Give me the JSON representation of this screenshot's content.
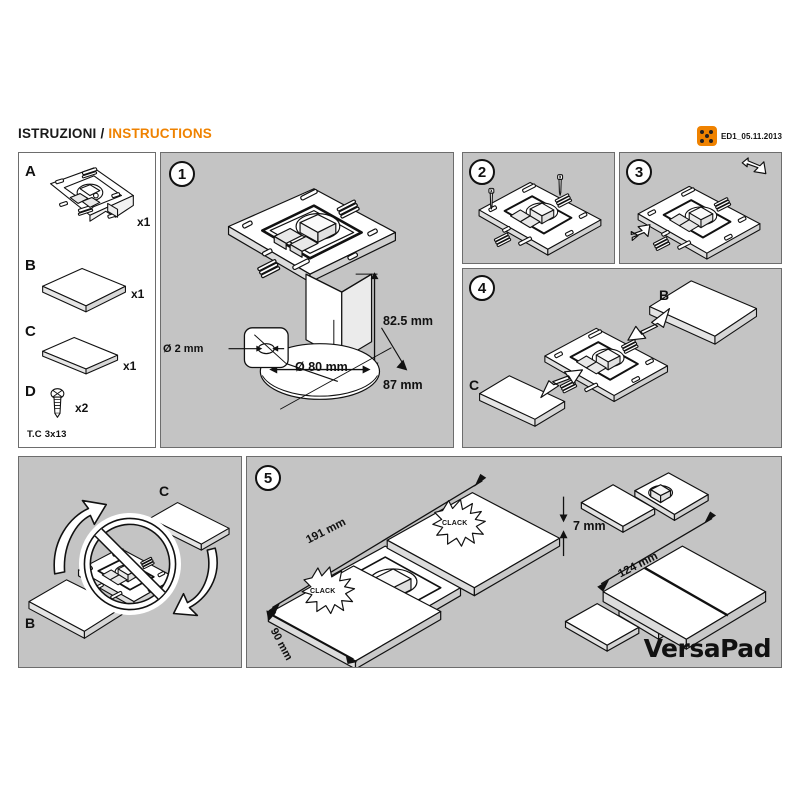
{
  "header": {
    "title_it": "ISTRUZIONI",
    "title_sep": "/",
    "title_en": "INSTRUCTIONS",
    "stamp_code": "ED1_05.11.2013",
    "logo_name": "dotted-square-logo"
  },
  "parts": {
    "items": [
      {
        "letter": "A",
        "qty": "x1",
        "note": ""
      },
      {
        "letter": "B",
        "qty": "x1",
        "note": ""
      },
      {
        "letter": "C",
        "qty": "x1",
        "note": ""
      },
      {
        "letter": "D",
        "qty": "x2",
        "note": "T.C 3x13"
      }
    ]
  },
  "steps": {
    "one": {
      "number": "1",
      "dims": {
        "height": "82.5 mm",
        "hole_diameter": "Ø 80 mm",
        "drill_diameter": "Ø 2 mm",
        "diagonal": "87 mm"
      }
    },
    "two": {
      "number": "2"
    },
    "three": {
      "number": "3"
    },
    "four": {
      "number": "4",
      "labels": {
        "cover_b": "B",
        "cover_c": "C"
      }
    },
    "five": {
      "number": "5",
      "dims": {
        "length_open": "191 mm",
        "width": "90 mm",
        "thickness": "7 mm",
        "length_closed": "124 mm"
      },
      "sound": "CLACK"
    }
  },
  "warning": {
    "labels": {
      "cover_b": "B",
      "cover_c": "C"
    },
    "symbol": "prohibition-sign"
  },
  "brand": {
    "name": "VersaPad"
  },
  "colors": {
    "accent": "#ef8200",
    "panel_bg": "#c4c4c4",
    "panel_border": "#6d6d6d",
    "ink": "#111111",
    "paper": "#ffffff"
  }
}
